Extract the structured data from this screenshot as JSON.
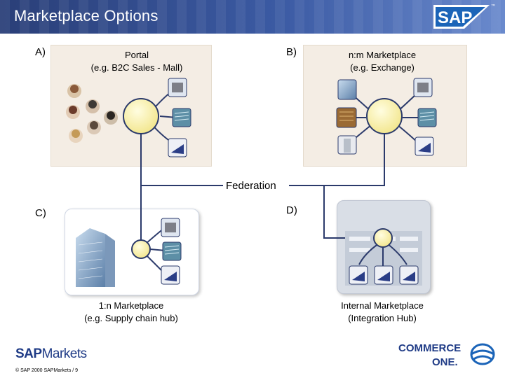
{
  "header": {
    "title": "Marketplace Options",
    "brand_logo": "SAP",
    "trademark": "™"
  },
  "quadrants": {
    "a": {
      "letter": "A)",
      "title": "Portal",
      "subtitle": "(e.g. B2C Sales - Mall)"
    },
    "b": {
      "letter": "B)",
      "title": "n:m Marketplace",
      "subtitle": "(e.g. Exchange)"
    },
    "c": {
      "letter": "C)",
      "title": "1:n Marketplace",
      "subtitle": "(e.g. Supply chain hub)"
    },
    "d": {
      "letter": "D)",
      "title": "Internal Marketplace",
      "subtitle": "(Integration Hub)"
    }
  },
  "federation_label": "Federation",
  "footer": {
    "brand_sap": "SAP",
    "brand_markets": "Markets",
    "copyright": "© SAP 2000 SAPMarkets / 9",
    "partner_logo_line1": "COMMERCE",
    "partner_logo_line2": "ONE."
  },
  "colors": {
    "header_blue": "#3b5aa3",
    "hub_yellow": "#fff7b0",
    "connector_navy": "#2b3a6b",
    "panel_beige": "#f4ede4"
  }
}
